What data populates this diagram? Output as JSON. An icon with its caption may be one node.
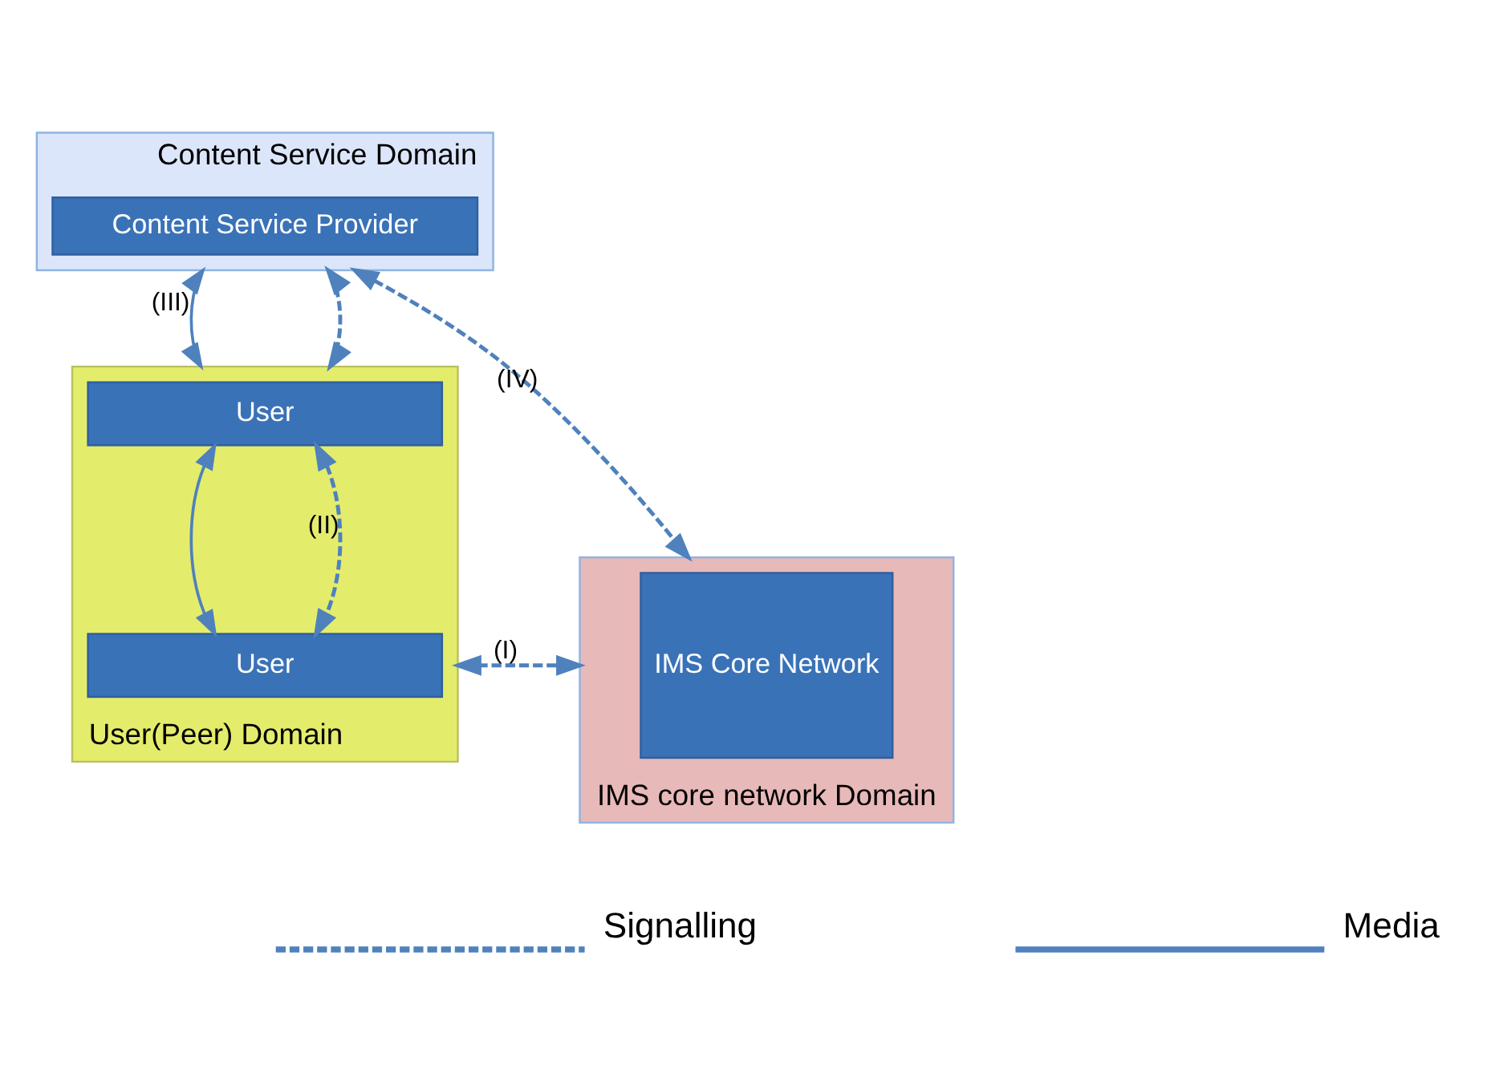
{
  "diagram": {
    "nodes": [
      {
        "text": [
          "Content Service Domain"
        ]
      },
      {
        "text": [
          "Content Service Provider"
        ],
        "in": 0
      },
      {
        "text": [
          "User(Peer) Domain"
        ]
      },
      {
        "text": [
          "User"
        ],
        "in": 2
      },
      {
        "text": [
          "User"
        ],
        "in": 2
      },
      {
        "text": [
          "IMS core network Domain"
        ]
      },
      {
        "text": [
          "IMS Core Network"
        ],
        "in": 5
      }
    ],
    "edges": [
      {
        "from": 0,
        "to": 2,
        "arrow": "both",
        "label": "(III)"
      },
      {
        "from": 0,
        "to": 2,
        "arrow": "both",
        "style": "dashed"
      },
      {
        "from": 0,
        "to": 5,
        "arrow": "both",
        "style": "dashed",
        "label": "(IV)"
      },
      {
        "from": 3,
        "to": 4,
        "arrow": "both"
      },
      {
        "from": 3,
        "to": 4,
        "arrow": "both",
        "style": "dashed",
        "label": "(II)"
      },
      {
        "from": 2,
        "to": 5,
        "arrow": "both",
        "style": "dashed",
        "label": "(I)"
      }
    ],
    "legend": [
      {
        "text": "Signalling"
      },
      {
        "text": "Media"
      }
    ]
  }
}
